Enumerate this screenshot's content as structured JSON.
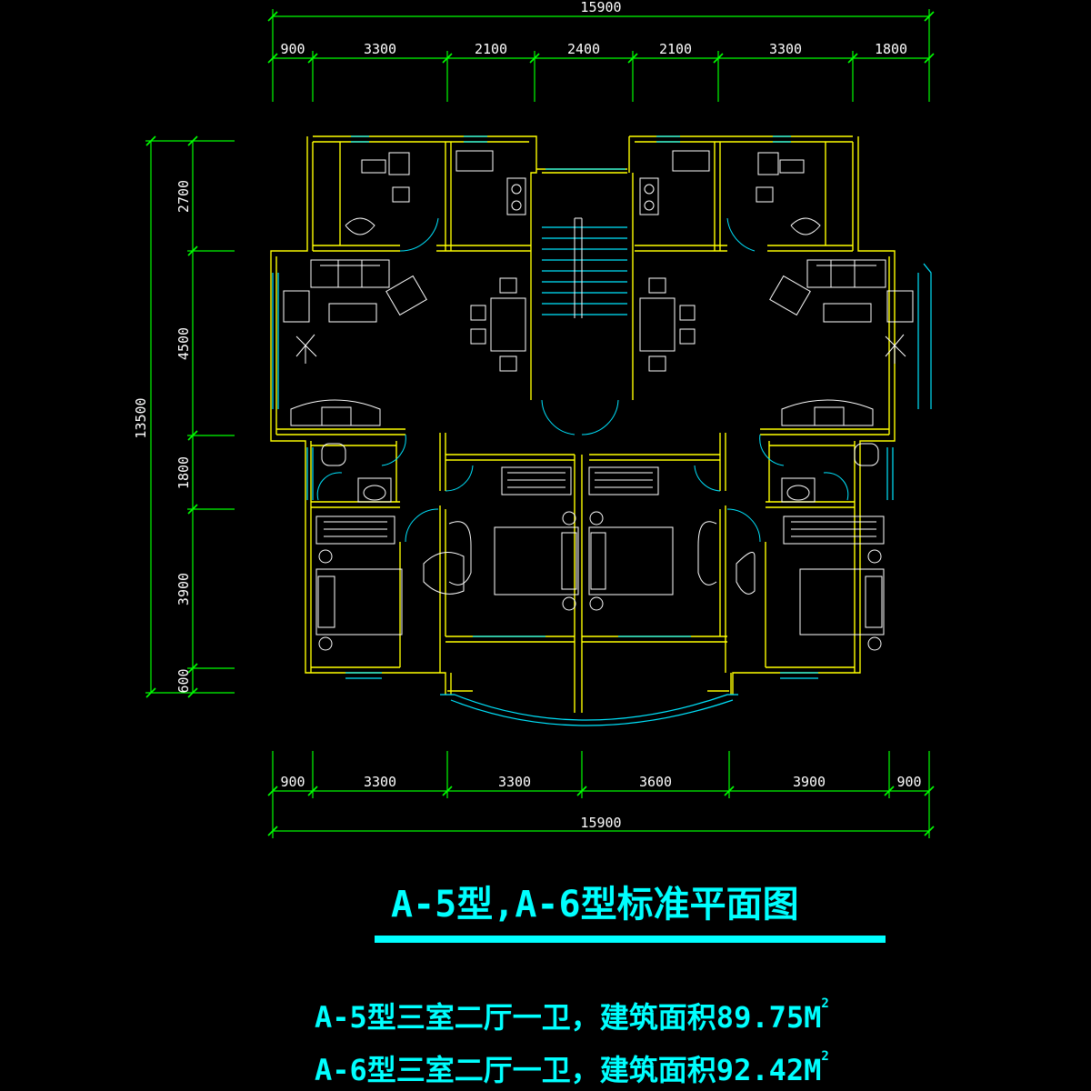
{
  "dimensions": {
    "top_overall": "15900",
    "top_segments": [
      "900",
      "3300",
      "2100",
      "2400",
      "2100",
      "3300",
      "1800"
    ],
    "left_overall": "13500",
    "left_segments": [
      "2700",
      "4500",
      "1800",
      "3900",
      "600"
    ],
    "bottom_segments": [
      "900",
      "3300",
      "3300",
      "3600",
      "3900",
      "900"
    ],
    "bottom_overall": "15900"
  },
  "title": "A-5型,A-6型标准平面图",
  "descriptions": [
    {
      "text": "A-5型三室二厅一卫，建筑面积89.75M",
      "sup": "2"
    },
    {
      "text": "A-6型三室二厅一卫，建筑面积92.42M",
      "sup": "2"
    }
  ],
  "colors": {
    "background": "#000000",
    "dimension_lines": "#00ff00",
    "walls": "#ffff00",
    "windows_doors": "#00e5ff",
    "furniture": "#ffffff",
    "title_text": "#00ffff"
  }
}
